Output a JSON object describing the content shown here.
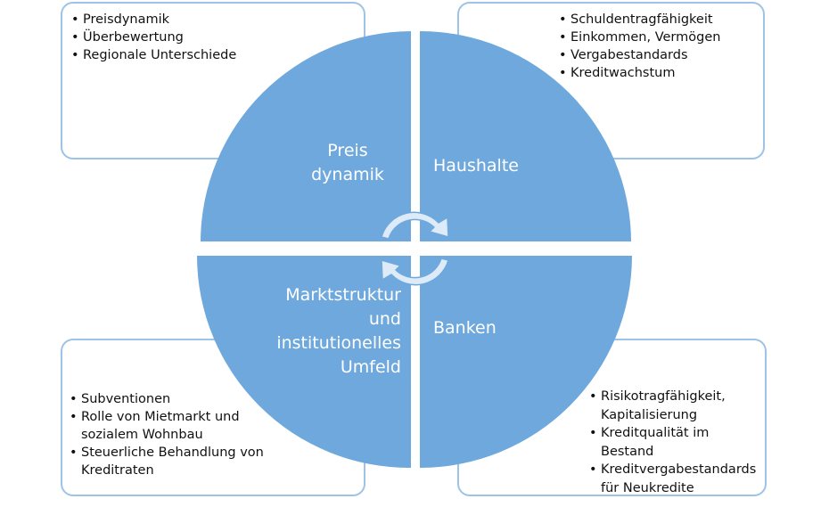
{
  "quadrants": {
    "top_left": {
      "title_line1": "Preis",
      "title_line2": "dynamik"
    },
    "top_right": {
      "title": "Haushalte"
    },
    "bottom_left": {
      "title_line1": "Marktstruktur",
      "title_line2": "und",
      "title_line3": "institutionelles",
      "title_line4": "Umfeld"
    },
    "bottom_right": {
      "title": "Banken"
    }
  },
  "boxes": {
    "top_left": {
      "items": [
        "Preisdynamik",
        "Überbewertung",
        "Regionale Unterschiede"
      ]
    },
    "top_right": {
      "items": [
        "Schuldentragfähigkeit",
        "Einkommen, Vermögen",
        "Vergabestandards",
        "Kreditwachstum"
      ]
    },
    "bottom_left": {
      "items": [
        "Subventionen",
        "Rolle von Mietmarkt und sozialem Wohnbau",
        "Steuerliche Behandlung von Kreditraten"
      ]
    },
    "bottom_right": {
      "items": [
        "Risikotragfähigkeit, Kapitalisierung",
        "Kreditqualität im Bestand",
        "Kreditvergabestandards für Neukredite"
      ]
    }
  },
  "colors": {
    "quadrant_fill": "#6fa8dc",
    "box_border": "#9dc3e6",
    "arrow_fill": "#ddeaf7",
    "arrow_stroke": "#6fa8dc"
  },
  "icons": {
    "cycle": "circular-arrows-icon"
  }
}
